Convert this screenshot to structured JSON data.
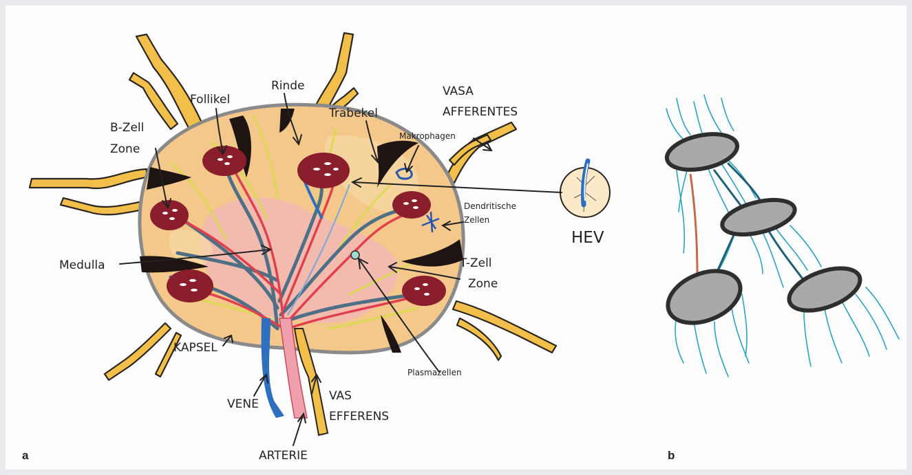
{
  "panel_a": {
    "letter": "a",
    "labels": {
      "rinde": "Rinde",
      "follikel": "Follikel",
      "b_zell_line1": "B-Zell",
      "b_zell_line2": "Zone",
      "trabekel": "Trabekel",
      "vasa_line1": "VASA",
      "vasa_line2": "AFFERENTES",
      "makrophagen": "Makrophagen",
      "dendritische_line1": "Dendritische",
      "dendritische_line2": "Zellen",
      "hev": "HEV",
      "medulla": "Medulla",
      "t_zell_line1": "T-Zell",
      "t_zell_line2": "Zone",
      "kapsel": "KAPSEL",
      "vene": "VENE",
      "vas_line1": "VAS",
      "vas_line2": "EFFERENS",
      "plasmazellen": "Plasmazellen",
      "arterie": "ARTERIE"
    }
  },
  "panel_b": {
    "letter": "b"
  },
  "colors": {
    "capsule_fill": "#f4c88a",
    "vessel_yellow": "#f2c04a",
    "follicle": "#8b1e2c",
    "trabecula": "#1e1512",
    "vein": "#2e6fc0",
    "artery": "#e06a78",
    "lymph_vessel": "#4f6f86",
    "hev_cell": "#a8a9ab",
    "teal_strand": "#2aa3c0",
    "red_strand": "#c46a4c"
  }
}
